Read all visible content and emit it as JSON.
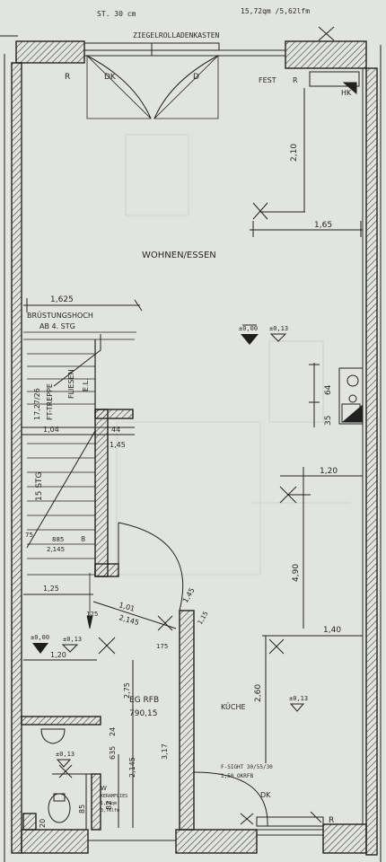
{
  "header": {
    "sill": "ST. 30 cm",
    "area": "15,72qm /5,62lfm",
    "shutter_box": "ZIEGELROLLADENKASTEN"
  },
  "top_window": {
    "left_hinge": "R",
    "left_wing": "DK",
    "right_wing": "D",
    "fixed": "FEST",
    "right_hinge": "R",
    "hk": "HK"
  },
  "rooms": {
    "living": "WOHNEN/ESSEN",
    "kitchen": "KÜCHE",
    "hall_floor": "EG RFB",
    "hall_level": "790,15"
  },
  "levels": {
    "living": "±0,00",
    "living_rel": "±0,13",
    "hall": "±0,00",
    "hall_rel": "±0,13",
    "kitchen_rel": "±0,13",
    "wc_rel": "±0,13"
  },
  "dims": {
    "d210": "2,10",
    "d165": "1,65",
    "d1625": "1,625",
    "d64": "64",
    "d35": "35",
    "d120a": "1,20",
    "d490": "4,90",
    "d140": "1,40",
    "d260": "2,60",
    "d104": "1,04",
    "d44": "44",
    "d145": "1,45",
    "d125": "1,25",
    "d101": "1,01",
    "d2145": "2,145",
    "d125b": "125",
    "d175": "175",
    "d120b": "1,20",
    "d275": "2,75",
    "d24": "24",
    "d635": "635",
    "d317": "3,17",
    "d2145b": "2,145",
    "d82": "82",
    "d85": "85",
    "d20": "20",
    "d75": "75",
    "d885": "885",
    "d2145c": "2,145",
    "d8": "8",
    "d145b": "1,45",
    "d115": "1,15"
  },
  "stair": {
    "railing": "BRÜSTUNGSHOCH",
    "railing_sub": "AB 4. STG",
    "steps_label": "15 STG",
    "flight_a": "17,27/26",
    "flight_a2": "FT-TREPPE",
    "fliesen": "FLIESEN",
    "el": "E.L."
  },
  "kitchen_window": {
    "sill": "F-SIGHT 30/55/30",
    "okrfb": "1,50 OKRFB",
    "dk": "DK",
    "r": "R"
  },
  "wc": {
    "label": "W",
    "tile": "KERAMFLIES",
    "tile_a": "1,31qm",
    "tile_b": "3,76lfm"
  }
}
